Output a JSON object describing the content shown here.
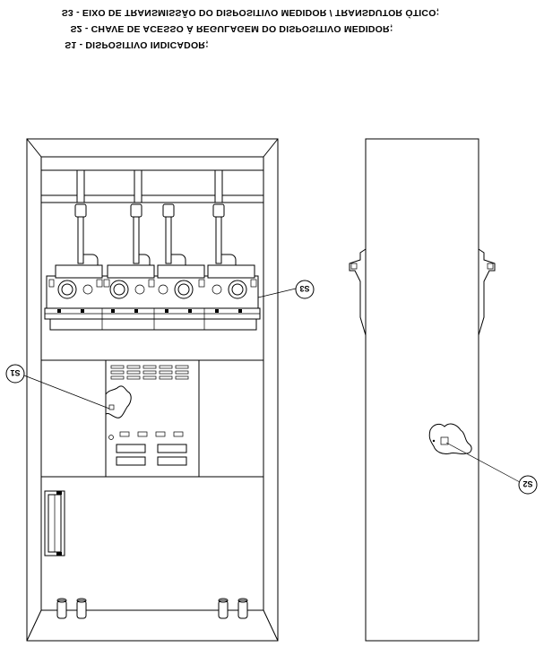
{
  "legend": [
    "S3 - EIXO DE TRANSMISSÃO DO DISPOSITIVO MEDIDOR / TRANSDUTOR ÓTICO;",
    "S2 - CHAVE DE ACESSO À REGULAGEM DO DISPOSITIVO MEDIDOR;",
    "S1 - DISPOSITIVO INDICADOR;"
  ],
  "callouts": {
    "s3": "S3",
    "s1": "S1",
    "s2": "S2"
  },
  "colors": {
    "line": "#000000",
    "background": "#ffffff"
  }
}
